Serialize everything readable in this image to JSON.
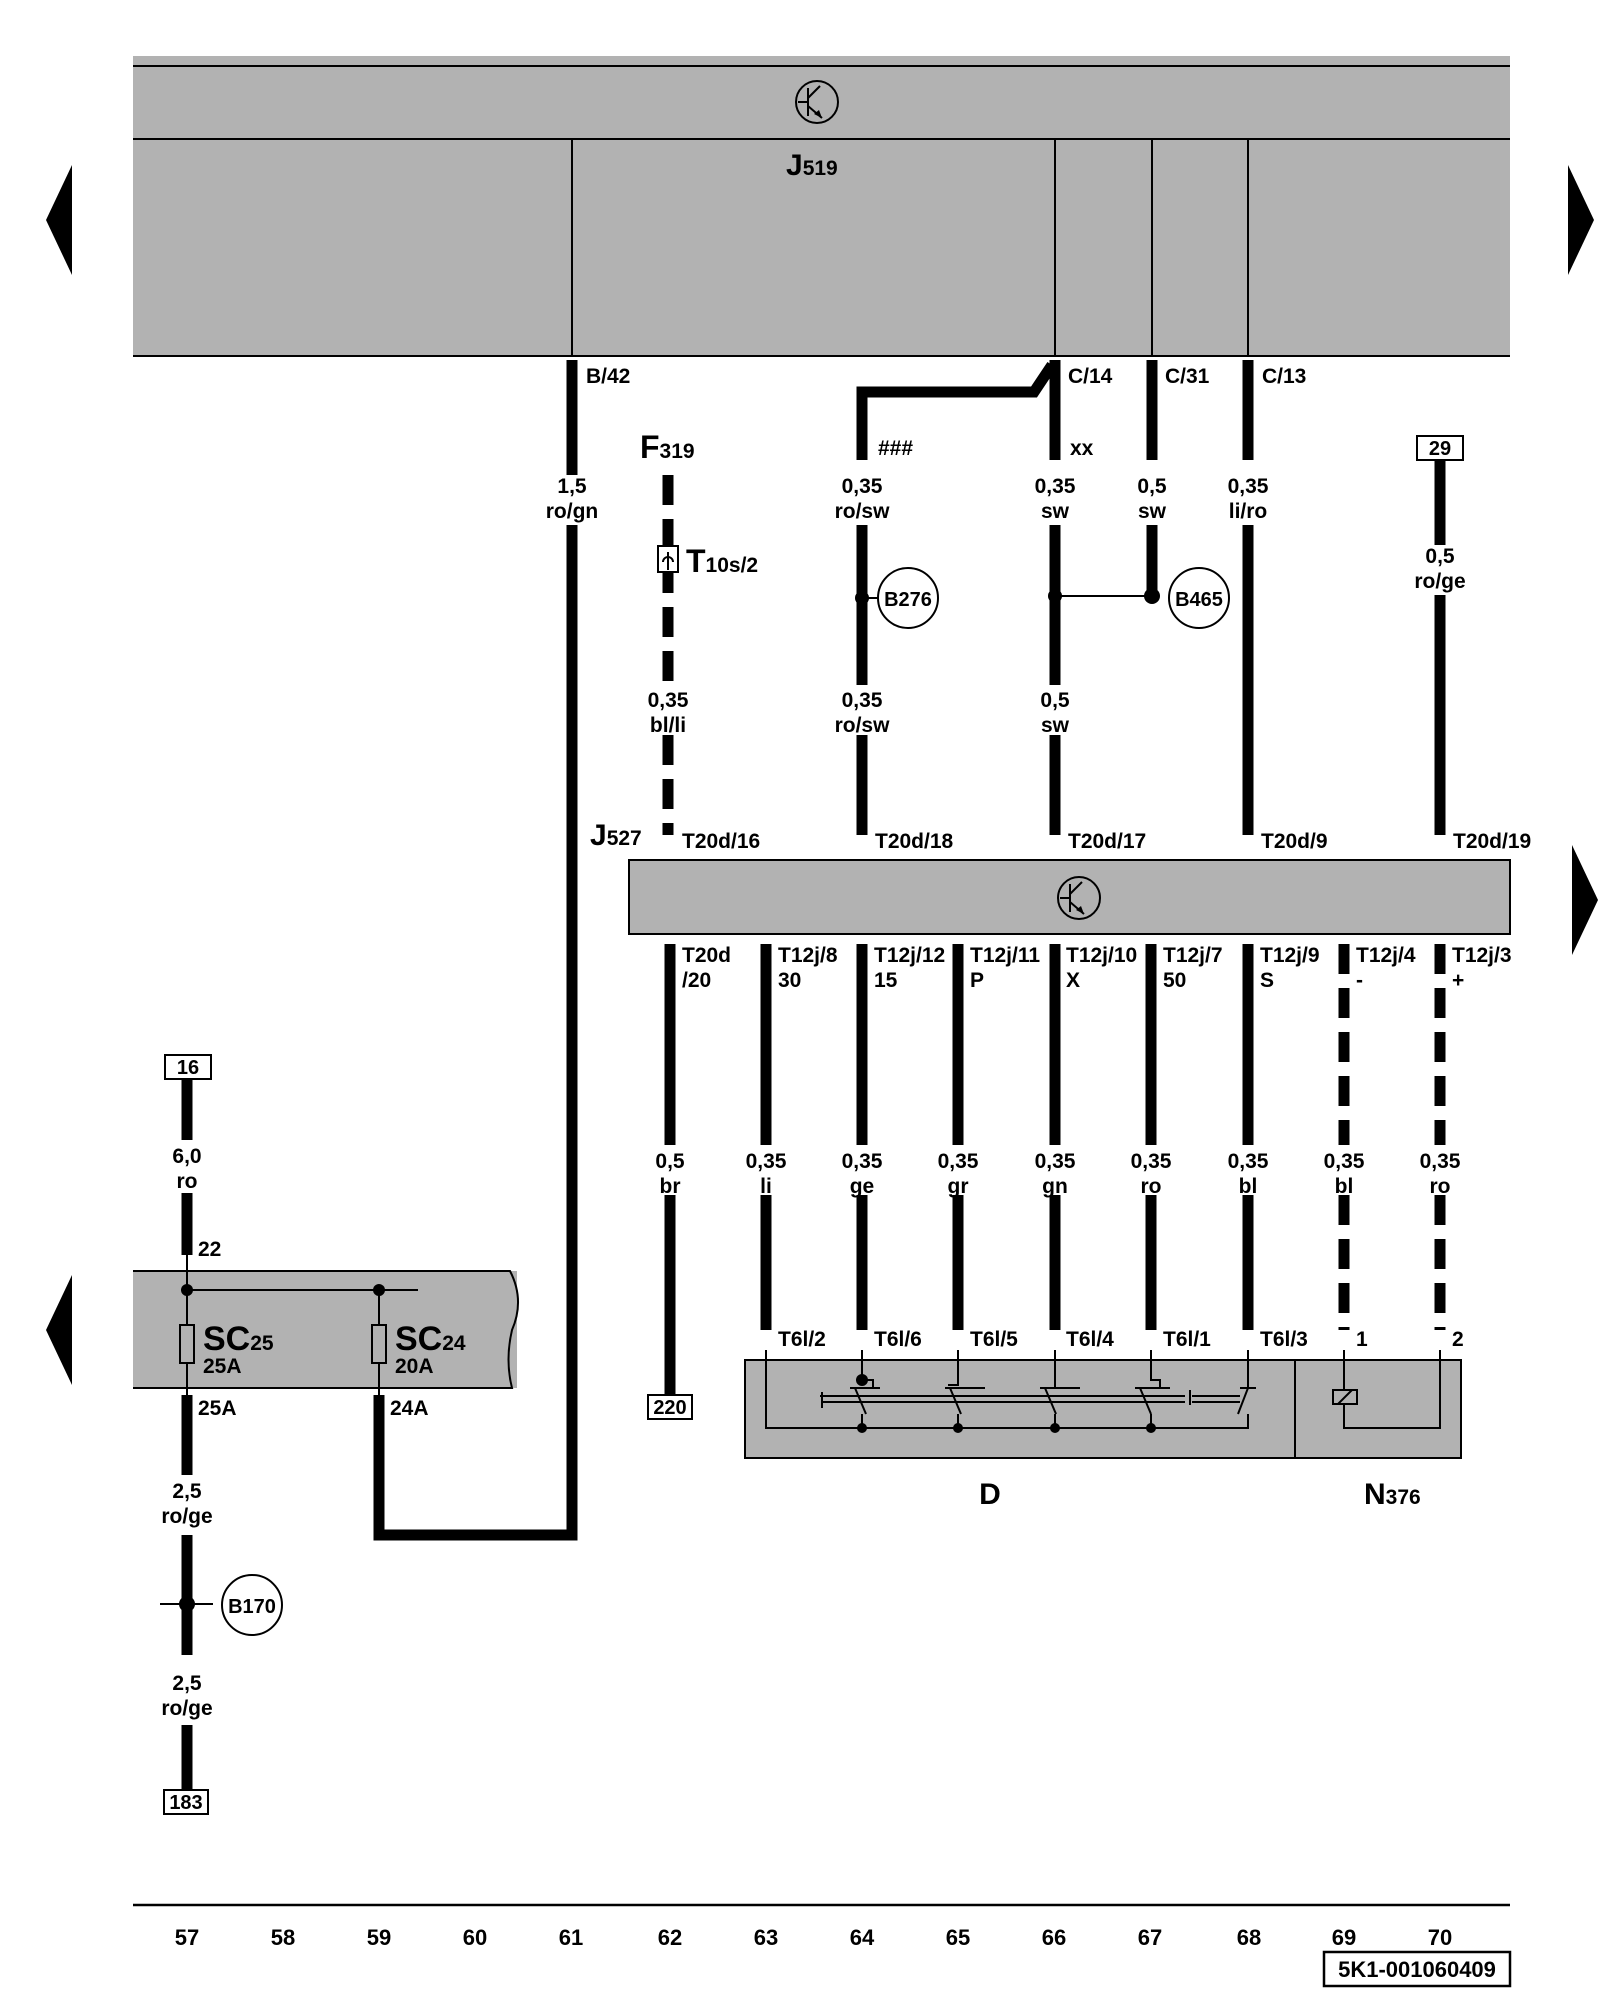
{
  "document_id": "5K1-001060409",
  "components": {
    "J519": {
      "letter": "J",
      "sub": "519"
    },
    "J527": {
      "letter": "J",
      "sub": "527"
    },
    "F319": {
      "letter": "F",
      "sub": "319"
    },
    "T10s": {
      "letter": "T",
      "sub": "10s/2"
    },
    "SC25": {
      "letter": "SC",
      "sub": "25",
      "rating": "25A"
    },
    "SC24": {
      "letter": "SC",
      "sub": "24",
      "rating": "20A"
    },
    "D": {
      "letter": "D"
    },
    "N376": {
      "letter": "N",
      "sub": "376"
    }
  },
  "j519_pins": {
    "b42": "B/42",
    "c14": "C/14",
    "c31": "C/31",
    "c13": "C/13"
  },
  "upper_wires": {
    "w61": {
      "size": "1,5",
      "color": "ro/gn"
    },
    "w62": {
      "size": "0,35",
      "color": "bl/li"
    },
    "w64a": {
      "size": "0,35",
      "color": "ro/sw",
      "mark": "###"
    },
    "w64b": {
      "size": "0,35",
      "color": "ro/sw"
    },
    "w66a": {
      "size": "0,35",
      "color": "sw",
      "mark": "xx"
    },
    "w66b": {
      "size": "0,5",
      "color": "sw"
    },
    "w67": {
      "size": "0,5",
      "color": "sw"
    },
    "w68": {
      "size": "0,35",
      "color": "li/ro"
    },
    "w70": {
      "size": "0,5",
      "color": "ro/ge"
    }
  },
  "ground_points": {
    "b276": "B276",
    "b465": "B465",
    "b170": "B170"
  },
  "refs": {
    "r29": "29",
    "r16": "16",
    "r220": "220",
    "r183": "183"
  },
  "j527_top_pins": [
    "T20d/16",
    "T20d/18",
    "T20d/17",
    "T20d/9",
    "T20d/19"
  ],
  "j527_bottom_pins": [
    {
      "pin": "T20d",
      "pin2": "/20",
      "func": ""
    },
    {
      "pin": "T12j/8",
      "func": "30"
    },
    {
      "pin": "T12j/12",
      "func": "15"
    },
    {
      "pin": "T12j/11",
      "func": "P"
    },
    {
      "pin": "T12j/10",
      "func": "X"
    },
    {
      "pin": "T12j/7",
      "func": "50"
    },
    {
      "pin": "T12j/9",
      "func": "S"
    },
    {
      "pin": "T12j/4",
      "func": "-"
    },
    {
      "pin": "T12j/3",
      "func": "+"
    }
  ],
  "lower_wires": [
    {
      "size": "0,5",
      "color": "br"
    },
    {
      "size": "0,35",
      "color": "li"
    },
    {
      "size": "0,35",
      "color": "ge"
    },
    {
      "size": "0,35",
      "color": "gr"
    },
    {
      "size": "0,35",
      "color": "gn"
    },
    {
      "size": "0,35",
      "color": "ro"
    },
    {
      "size": "0,35",
      "color": "bl"
    },
    {
      "size": "0,35",
      "color": "bl"
    },
    {
      "size": "0,35",
      "color": "ro"
    }
  ],
  "d_pins": [
    "T6l/2",
    "T6l/6",
    "T6l/5",
    "T6l/4",
    "T6l/1",
    "T6l/3",
    "1",
    "2"
  ],
  "fuse_section": {
    "in_pin": "22",
    "in_wire": {
      "size": "6,0",
      "color": "ro"
    },
    "out25": "25A",
    "out24": "24A",
    "w57a": {
      "size": "2,5",
      "color": "ro/ge"
    },
    "w57b": {
      "size": "2,5",
      "color": "ro/ge"
    }
  },
  "columns": [
    "57",
    "58",
    "59",
    "60",
    "61",
    "62",
    "63",
    "64",
    "65",
    "66",
    "67",
    "68",
    "69",
    "70"
  ],
  "colors": {
    "component_fill": "#b2b2b2",
    "line": "#000000",
    "background": "#ffffff"
  }
}
